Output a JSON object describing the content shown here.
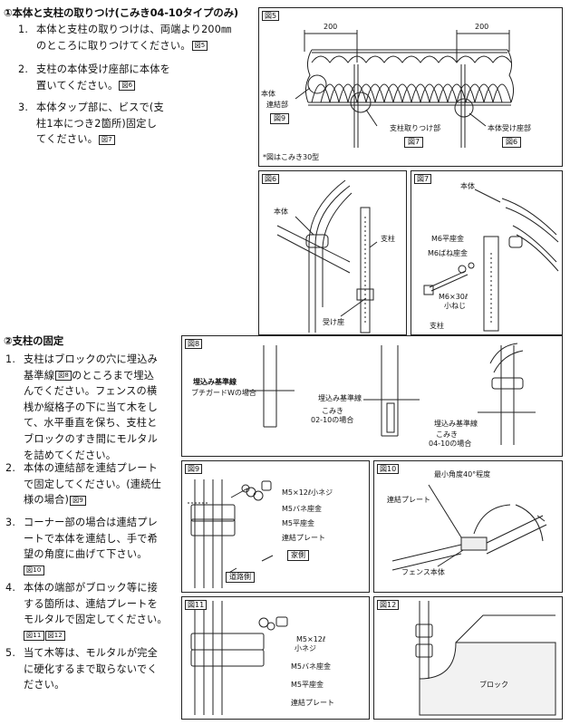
{
  "section1": {
    "title": "①本体と支柱の取りつけ(こみき04-10タイプのみ)",
    "steps": [
      {
        "num": "1.",
        "lines": [
          "本体と支柱の取りつけは、両端より200㎜",
          "のところに取りつけてください。"
        ],
        "ref": "図5"
      },
      {
        "num": "2.",
        "lines": [
          "支柱の本体受け座部に本体を",
          "置いてください。"
        ],
        "ref": "図6"
      },
      {
        "num": "3.",
        "lines": [
          "本体タップ部に、ビスで(支",
          "柱1本につき2箇所)固定し",
          "てください。"
        ],
        "ref": "図7"
      }
    ]
  },
  "section2": {
    "title": "②支柱の固定",
    "steps": [
      {
        "num": "1.",
        "lines": [
          "支柱はブロックの穴に埋込み",
          "基準線",
          "のところまで埋込",
          "んでください。フェンスの横",
          "桟か縦格子の下に当て木をし",
          "て、水平垂直を保ち、支柱と",
          "ブロックのすき間にモルタル",
          "を詰めてください。"
        ],
        "ref": "図8"
      },
      {
        "num": "2.",
        "lines": [
          "本体の連結部を連結プレート",
          "で固定してください。(連続仕",
          "様の場合)"
        ],
        "ref": "図9"
      },
      {
        "num": "3.",
        "lines": [
          "コーナー部の場合は連結プレ",
          "ートで本体を連結し、手で希",
          "望の角度に曲げて下さい。"
        ],
        "ref": "図10"
      },
      {
        "num": "4.",
        "lines": [
          "本体の端部がブロック等に接",
          "する箇所は、連結プレートを",
          "モルタルで固定してください。"
        ],
        "refs": [
          "図11",
          "図12"
        ]
      },
      {
        "num": "5.",
        "lines": [
          "当て木等は、モルタルが完全",
          "に硬化するまで取らないでく",
          "ださい。"
        ]
      }
    ]
  },
  "fig5": {
    "tag": "図5",
    "dim_left": "200",
    "dim_right": "200",
    "label_body": "本体",
    "label_joint": "連結部",
    "ref_joint": "図9",
    "label_post_mount": "支柱取りつけ部",
    "ref_post_mount": "図7",
    "label_seat": "本体受け座部",
    "ref_seat": "図6",
    "note": "*図はこみき30型"
  },
  "fig6": {
    "tag": "図6",
    "label_body": "本体",
    "label_post": "支柱",
    "label_seat": "受け座"
  },
  "fig7": {
    "tag": "図7",
    "label_body": "本体",
    "label_washer": "M6平座金",
    "label_spring": "M6ばね座金",
    "label_screw": "M6×30ℓ",
    "label_screw2": "小ねじ",
    "label_post": "支柱"
  },
  "fig8": {
    "tag": "図8",
    "label_a1": "埋込み基準線",
    "label_a2": "ブチガードWの場合",
    "label_b1": "埋込み基準線",
    "label_b2": "こみき",
    "label_b3": "02-10の場合",
    "label_c1": "埋込み基準線",
    "label_c2": "こみき",
    "label_c3": "04-10の場合"
  },
  "fig9": {
    "tag": "図9",
    "label_screw": "M5×12ℓ小ネジ",
    "label_spring": "M5バネ座金",
    "label_washer": "M5平座金",
    "label_plate": "連結プレート",
    "label_house": "家側",
    "label_road": "道路側"
  },
  "fig10": {
    "tag": "図10",
    "label_angle": "最小角度40°程度",
    "label_plate": "連結プレート",
    "label_body": "フェンス本体"
  },
  "fig11": {
    "tag": "図11",
    "label_screw": "M5×12ℓ",
    "label_screw2": "小ネジ",
    "label_spring": "M5バネ座金",
    "label_washer": "M5平座金",
    "label_plate": "連結プレート"
  },
  "fig12": {
    "tag": "図12",
    "label_block": "ブロック"
  }
}
